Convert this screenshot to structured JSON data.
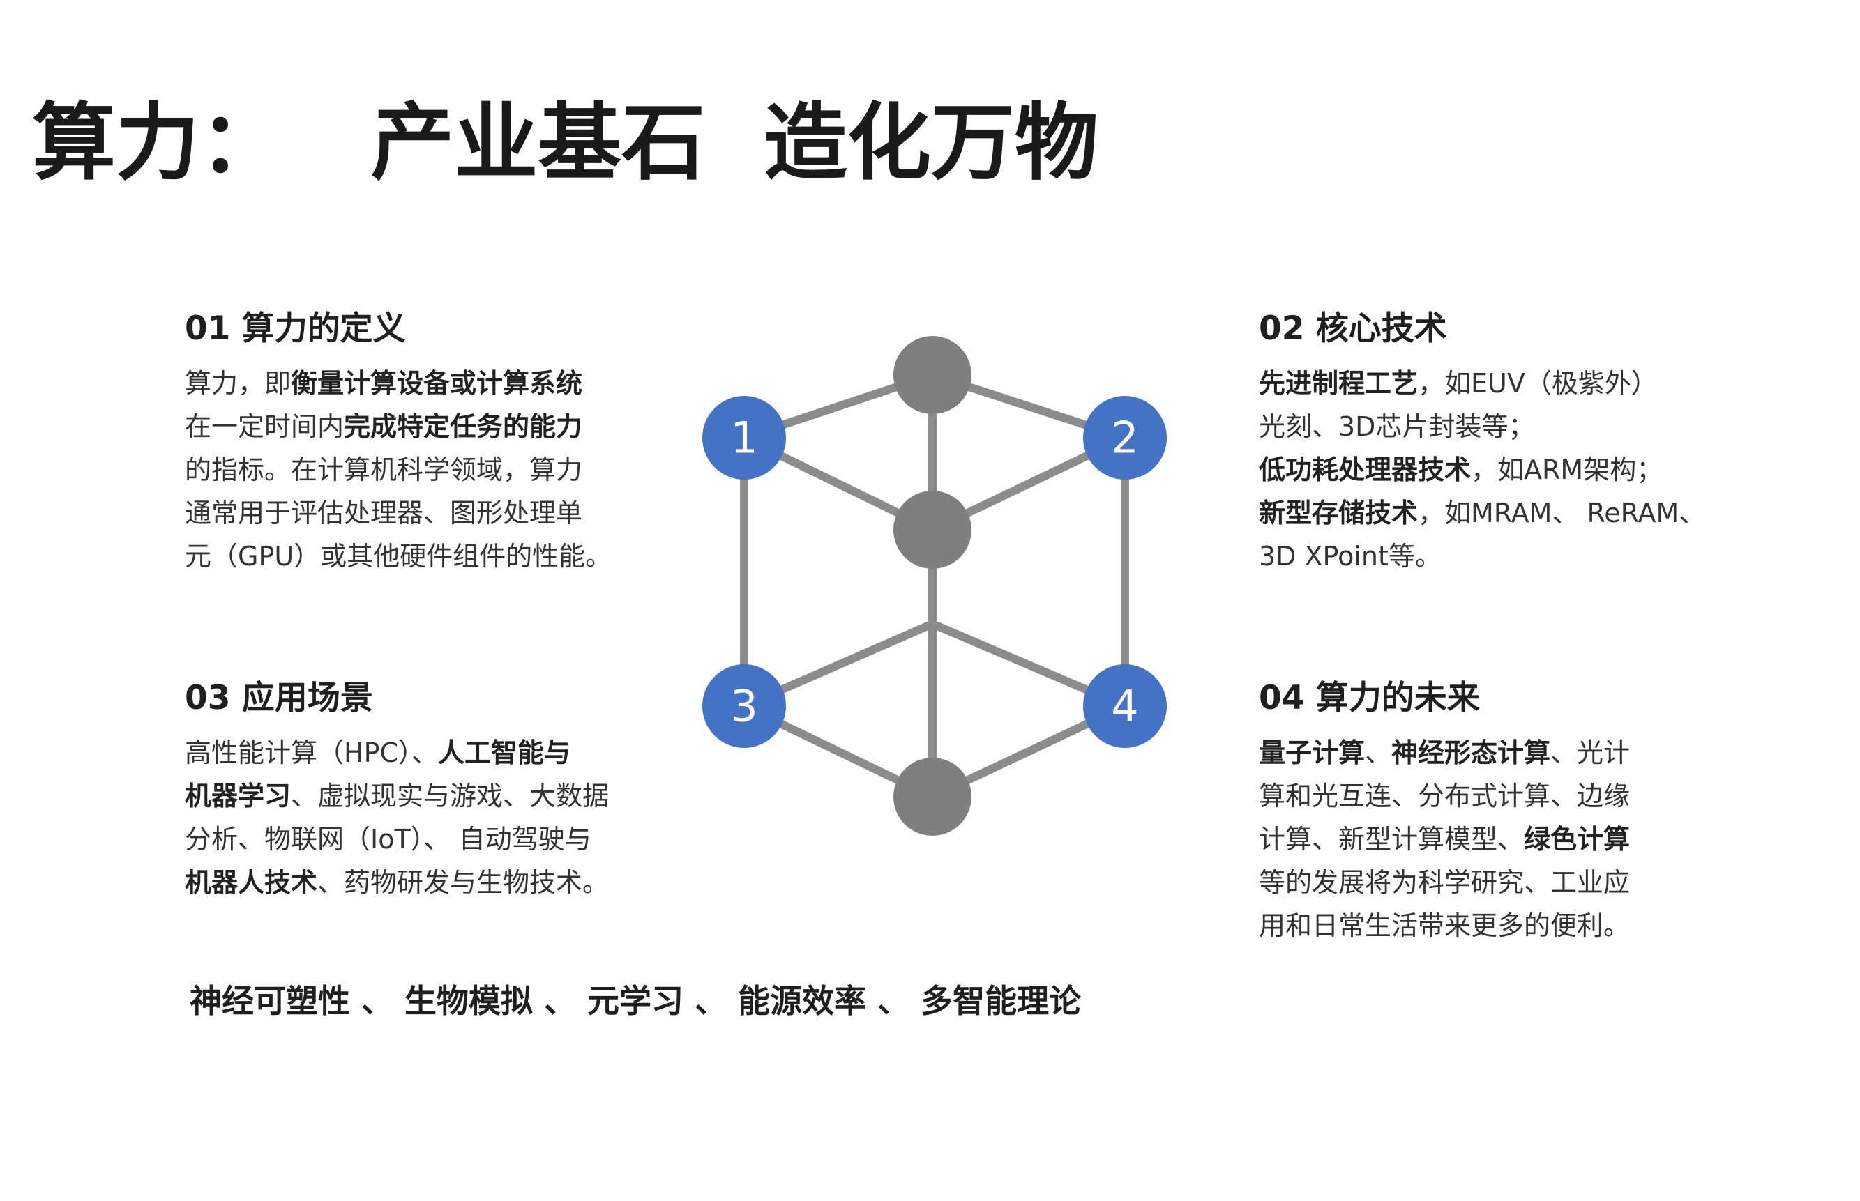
{
  "title": "算力：   产业基石  造化万物",
  "sections": [
    {
      "heading": "01 算力的定义",
      "lines": [
        [
          {
            "t": "算力，即",
            "b": false
          },
          {
            "t": "衡量计算设备或计算系统",
            "b": true
          }
        ],
        [
          {
            "t": "在一定时间内",
            "b": false
          },
          {
            "t": "完成特定任务的能力",
            "b": true
          }
        ],
        [
          {
            "t": "的指标。在计算机科学领域，算力",
            "b": false
          }
        ],
        [
          {
            "t": "通常用于评估处理器、图形处理单",
            "b": false
          }
        ],
        [
          {
            "t": "元（GPU）或其他硬件组件的性能。",
            "b": false
          }
        ]
      ]
    },
    {
      "heading": "02 核心技术",
      "lines": [
        [
          {
            "t": "先进制程工艺",
            "b": true
          },
          {
            "t": "，如EUV（极紫外）",
            "b": false
          }
        ],
        [
          {
            "t": "光刻、3D芯片封装等；",
            "b": false
          }
        ],
        [
          {
            "t": "低功耗处理器技术",
            "b": true
          },
          {
            "t": "，如ARM架构；",
            "b": false
          }
        ],
        [
          {
            "t": "新型存储技术",
            "b": true
          },
          {
            "t": "，如MRAM、 ReRAM、",
            "b": false
          }
        ],
        [
          {
            "t": "3D XPoint等。",
            "b": false
          }
        ]
      ]
    },
    {
      "heading": "03 应用场景",
      "lines": [
        [
          {
            "t": "高性能计算（HPC）、",
            "b": false
          },
          {
            "t": "人工智能与",
            "b": true
          }
        ],
        [
          {
            "t": "机器学习",
            "b": true
          },
          {
            "t": "、虚拟现实与游戏、大数据",
            "b": false
          }
        ],
        [
          {
            "t": "分析、物联网（IoT）、 自动驾驶与",
            "b": false
          }
        ],
        [
          {
            "t": "机器人技术",
            "b": true
          },
          {
            "t": "、药物研发与生物技术。",
            "b": false
          }
        ]
      ]
    },
    {
      "heading": "04 算力的未来",
      "lines": [
        [
          {
            "t": "量子计算",
            "b": true
          },
          {
            "t": "、",
            "b": false
          },
          {
            "t": "神经形态计算",
            "b": true
          },
          {
            "t": "、光计",
            "b": false
          }
        ],
        [
          {
            "t": "算和光互连、分布式计算、边缘",
            "b": false
          }
        ],
        [
          {
            "t": "计算、新型计算模型、",
            "b": false
          },
          {
            "t": "绿色计算",
            "b": true
          }
        ],
        [
          {
            "t": "等的发展将为科学研究、工业应",
            "b": false
          }
        ],
        [
          {
            "t": "用和日常生活带来更多的便利。",
            "b": false
          }
        ]
      ]
    }
  ],
  "keywords": "神经可塑性 、 生物模拟 、 元学习 、 能源效率 、 多智能理论",
  "diagram": {
    "badges": [
      "1",
      "2",
      "3",
      "4"
    ],
    "colors": {
      "badge": "#4472C4",
      "node": "#7F7F7F",
      "edge": "#8C8C8C"
    }
  }
}
